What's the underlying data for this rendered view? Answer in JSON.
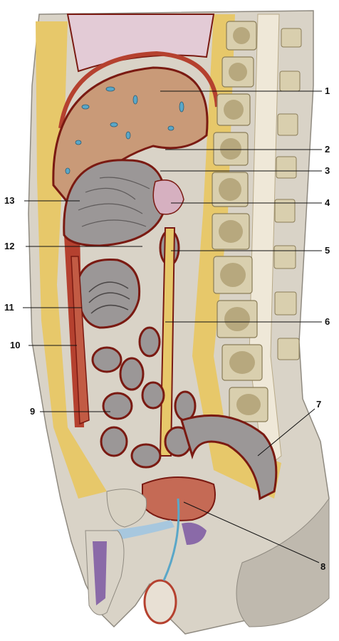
{
  "colors": {
    "fat": "#e7c86a",
    "muscle": "#b5412f",
    "peritoneum": "#7a1a12",
    "liver": "#c99a78",
    "lung": "#e3cbd6",
    "intestine": "#9b9797",
    "bone": "#e6dcc4",
    "marrow": "#a9986a",
    "skin": "#d9d3c7",
    "blue": "#5aa7c8",
    "purple": "#8a6aa8"
  },
  "labels": [
    {
      "id": "label-1",
      "text": "1"
    },
    {
      "id": "label-2",
      "text": "2"
    },
    {
      "id": "label-3",
      "text": "3"
    },
    {
      "id": "label-4",
      "text": "4"
    },
    {
      "id": "label-5",
      "text": "5"
    },
    {
      "id": "label-6",
      "text": "6"
    },
    {
      "id": "label-7",
      "text": "7"
    },
    {
      "id": "label-8",
      "text": "8"
    },
    {
      "id": "label-9",
      "text": "9"
    },
    {
      "id": "label-10",
      "text": "10"
    },
    {
      "id": "label-11",
      "text": "11"
    },
    {
      "id": "label-12",
      "text": "12"
    },
    {
      "id": "label-13",
      "text": "13"
    }
  ]
}
